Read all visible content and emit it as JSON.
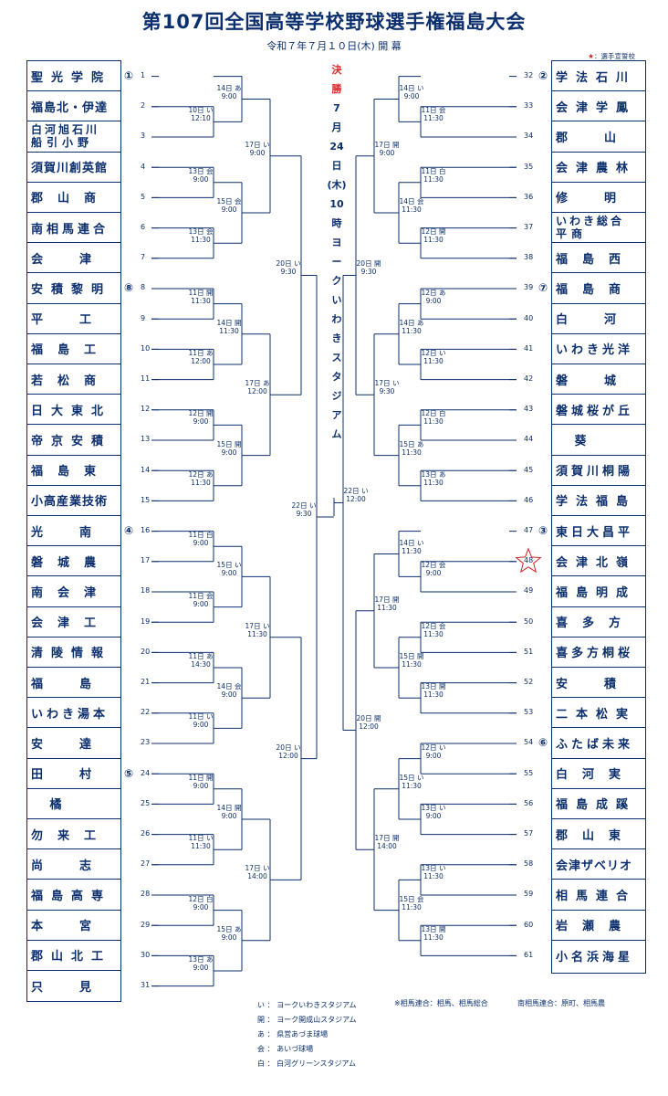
{
  "title": "第107回全国高等学校野球選手権福島大会",
  "subtitle": "令和７年７月１０日(木) 開 幕",
  "note": {
    "star": "★",
    "text": "：選手宣誓校"
  },
  "final": {
    "label1": "決",
    "label2": "勝",
    "rest": [
      "7",
      "月",
      "24",
      "日",
      "(木)",
      "10",
      "時",
      "ヨ",
      "ー",
      "ク",
      "い",
      "わ",
      "き",
      "ス",
      "タ",
      "ジ",
      "ア",
      "ム"
    ]
  },
  "left_teams": [
    {
      "no": "1",
      "name": "聖光学院",
      "seed": "①"
    },
    {
      "no": "2",
      "name": "福島北・伊達"
    },
    {
      "no": "3",
      "name": "白河旭石川",
      "name2": "船引小野"
    },
    {
      "no": "4",
      "name": "須賀川創英館"
    },
    {
      "no": "5",
      "name": "郡山商"
    },
    {
      "no": "6",
      "name": "南相馬連合"
    },
    {
      "no": "7",
      "name": "会津"
    },
    {
      "no": "8",
      "name": "安積黎明",
      "seed": "⑧"
    },
    {
      "no": "9",
      "name": "平工"
    },
    {
      "no": "10",
      "name": "福島工"
    },
    {
      "no": "11",
      "name": "若松商"
    },
    {
      "no": "12",
      "name": "日大東北"
    },
    {
      "no": "13",
      "name": "帝京安積"
    },
    {
      "no": "14",
      "name": "福島東"
    },
    {
      "no": "15",
      "name": "小高産業技術"
    },
    {
      "no": "16",
      "name": "光南",
      "seed": "④"
    },
    {
      "no": "17",
      "name": "磐城農"
    },
    {
      "no": "18",
      "name": "南会津"
    },
    {
      "no": "19",
      "name": "会津工"
    },
    {
      "no": "20",
      "name": "清陵情報"
    },
    {
      "no": "21",
      "name": "福島"
    },
    {
      "no": "22",
      "name": "いわき湯本"
    },
    {
      "no": "23",
      "name": "安達"
    },
    {
      "no": "24",
      "name": "田村",
      "seed": "⑤"
    },
    {
      "no": "25",
      "name": "橘"
    },
    {
      "no": "26",
      "name": "勿来工"
    },
    {
      "no": "27",
      "name": "尚志"
    },
    {
      "no": "28",
      "name": "福島高専"
    },
    {
      "no": "29",
      "name": "本宮"
    },
    {
      "no": "30",
      "name": "郡山北工"
    },
    {
      "no": "31",
      "name": "只見"
    }
  ],
  "right_teams": [
    {
      "no": "32",
      "name": "学法石川",
      "seed": "②"
    },
    {
      "no": "33",
      "name": "会津学鳳"
    },
    {
      "no": "34",
      "name": "郡山"
    },
    {
      "no": "35",
      "name": "会津農林"
    },
    {
      "no": "36",
      "name": "修明"
    },
    {
      "no": "37",
      "name": "いわき総合",
      "name2": "平商"
    },
    {
      "no": "38",
      "name": "福島西"
    },
    {
      "no": "39",
      "name": "福島商",
      "seed": "⑦"
    },
    {
      "no": "40",
      "name": "白河"
    },
    {
      "no": "41",
      "name": "いわき光洋"
    },
    {
      "no": "42",
      "name": "磐城"
    },
    {
      "no": "43",
      "name": "磐城桜が丘"
    },
    {
      "no": "44",
      "name": "葵"
    },
    {
      "no": "45",
      "name": "須賀川桐陽"
    },
    {
      "no": "46",
      "name": "学法福島"
    },
    {
      "no": "47",
      "name": "東日大昌平",
      "seed": "③"
    },
    {
      "no": "48",
      "name": "会津北嶺"
    },
    {
      "no": "49",
      "name": "福島明成"
    },
    {
      "no": "50",
      "name": "喜多方"
    },
    {
      "no": "51",
      "name": "喜多方桐桜"
    },
    {
      "no": "52",
      "name": "安積"
    },
    {
      "no": "53",
      "name": "二本松実"
    },
    {
      "no": "54",
      "name": "ふたば未来",
      "seed": "⑥"
    },
    {
      "no": "55",
      "name": "白河実"
    },
    {
      "no": "56",
      "name": "福島成蹊"
    },
    {
      "no": "57",
      "name": "郡山東"
    },
    {
      "no": "58",
      "name": "会津ザベリオ"
    },
    {
      "no": "59",
      "name": "相馬連合"
    },
    {
      "no": "60",
      "name": "岩瀬農"
    },
    {
      "no": "61",
      "name": "小名浜海星"
    }
  ],
  "left_games": [
    {
      "d": "14日 あ",
      "t": "9:00"
    },
    {
      "d": "10日 い",
      "t": "12:10"
    },
    {
      "d": "13日 会",
      "t": "9:00"
    },
    {
      "d": "15日 会",
      "t": "9:00"
    },
    {
      "d": "13日 会",
      "t": "11:30"
    },
    {
      "d": "11日 開",
      "t": "11:30"
    },
    {
      "d": "14日 開",
      "t": "11:30"
    },
    {
      "d": "11日 あ",
      "t": "12:00"
    },
    {
      "d": "12日 開",
      "t": "9:00"
    },
    {
      "d": "15日 開",
      "t": "9:00"
    },
    {
      "d": "12日 あ",
      "t": "11:30"
    },
    {
      "d": "11日 白",
      "t": "9:00"
    },
    {
      "d": "15日 い",
      "t": "9:00"
    },
    {
      "d": "11日 会",
      "t": "9:00"
    },
    {
      "d": "11日 あ",
      "t": "14:30"
    },
    {
      "d": "14日 会",
      "t": "9:00"
    },
    {
      "d": "11日 い",
      "t": "9:00"
    },
    {
      "d": "11日 開",
      "t": "9:00"
    },
    {
      "d": "14日 開",
      "t": "9:00"
    },
    {
      "d": "11日 い",
      "t": "11:30"
    },
    {
      "d": "12日 白",
      "t": "9:00"
    },
    {
      "d": "15日 あ",
      "t": "9:00"
    },
    {
      "d": "13日 あ",
      "t": "9:00"
    },
    {
      "d": "17日 い",
      "t": "9:00"
    },
    {
      "d": "17日 あ",
      "t": "12:00"
    },
    {
      "d": "17日 い",
      "t": "11:30"
    },
    {
      "d": "17日 い",
      "t": "14:00"
    },
    {
      "d": "20日 い",
      "t": "9:30"
    },
    {
      "d": "20日 い",
      "t": "12:00"
    },
    {
      "d": "22日 い",
      "t": "9:30"
    }
  ],
  "right_games": [
    {
      "d": "14日 い",
      "t": "9:00"
    },
    {
      "d": "11日 会",
      "t": "11:30"
    },
    {
      "d": "11日 白",
      "t": "11:30"
    },
    {
      "d": "14日 会",
      "t": "11:30"
    },
    {
      "d": "12日 開",
      "t": "11:30"
    },
    {
      "d": "12日 あ",
      "t": "9:00"
    },
    {
      "d": "14日 あ",
      "t": "11:30"
    },
    {
      "d": "12日 い",
      "t": "11:30"
    },
    {
      "d": "12日 白",
      "t": "11:30"
    },
    {
      "d": "15日 あ",
      "t": "11:30"
    },
    {
      "d": "13日 あ",
      "t": "11:30"
    },
    {
      "d": "14日 い",
      "t": "11:30"
    },
    {
      "d": "12日 会",
      "t": "9:00"
    },
    {
      "d": "12日 会",
      "t": "11:30"
    },
    {
      "d": "15日 開",
      "t": "11:30"
    },
    {
      "d": "13日 開",
      "t": "11:30"
    },
    {
      "d": "12日 い",
      "t": "9:00"
    },
    {
      "d": "15日 い",
      "t": "11:30"
    },
    {
      "d": "13日 い",
      "t": "9:00"
    },
    {
      "d": "13日 い",
      "t": "11:30"
    },
    {
      "d": "15日 会",
      "t": "11:30"
    },
    {
      "d": "13日 開",
      "t": "11:30"
    },
    {
      "d": "17日 開",
      "t": "9:00"
    },
    {
      "d": "17日 い",
      "t": "9:30"
    },
    {
      "d": "17日 開",
      "t": "11:30"
    },
    {
      "d": "17日 開",
      "t": "14:00"
    },
    {
      "d": "20日 開",
      "t": "9:30"
    },
    {
      "d": "20日 開",
      "t": "12:00"
    },
    {
      "d": "22日 い",
      "t": "12:00"
    }
  ],
  "legend": [
    "い ： ヨークいわきスタジアム",
    "開 ： ヨーク開成山スタジアム",
    "あ ： 県営あづま球場",
    "会 ： あいづ球場",
    "白 ： 白河グリーンスタジアム"
  ],
  "legend2": "※相馬連合：相馬、相馬総合",
  "legend3": "南相馬連合：原町、相馬農",
  "colors": {
    "ink": "#0c2f6e",
    "accent": "#d22222"
  }
}
